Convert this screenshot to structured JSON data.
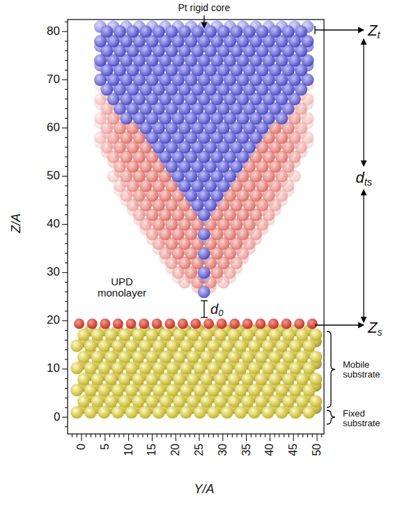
{
  "diagram": {
    "labels": [
      "Pt rigid core",
      "Zt",
      "dts",
      "UPD monolayer",
      "d0",
      "Zs",
      "Mobile substrate",
      "Fixed substrate",
      "80",
      "70",
      "60",
      "50",
      "40",
      "30",
      "20",
      "10",
      "0",
      "Z/A",
      "0",
      "5",
      "10",
      "15",
      "20",
      "25",
      "30",
      "35",
      "40",
      "45",
      "50",
      "Y/A"
    ]
  }
}
